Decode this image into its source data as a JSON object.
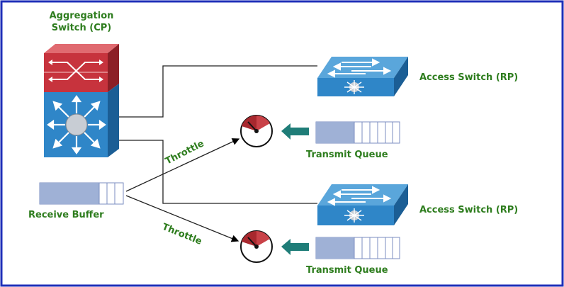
{
  "labels": {
    "aggregation_line1": "Aggregation",
    "aggregation_line2": "Switch (CP)",
    "access_switch_top": "Access Switch (RP)",
    "access_switch_bottom": "Access Switch (RP)",
    "throttle_top": "Throttle",
    "throttle_bottom": "Throttle",
    "transmit_queue_top": "Transmit Queue",
    "transmit_queue_bottom": "Transmit Queue",
    "receive_buffer": "Receive Buffer"
  },
  "icons": {
    "aggregation_switch": "multilayer-switch-icon",
    "access_switch": "layer2-switch-icon",
    "throttle": "policer-gauge-icon",
    "queue": "queue-buffer-icon",
    "arrow": "teal-arrow-icon"
  },
  "colors": {
    "border": "#1f2fb8",
    "label_green": "#2e7d1e",
    "switch_blue": "#2f86c8",
    "switch_top": "#5aa6db",
    "router_red": "#c7333d",
    "gauge_red": "#a8282e",
    "arrow_teal": "#1f7d78",
    "queue_fill": "#9fb1d6"
  }
}
